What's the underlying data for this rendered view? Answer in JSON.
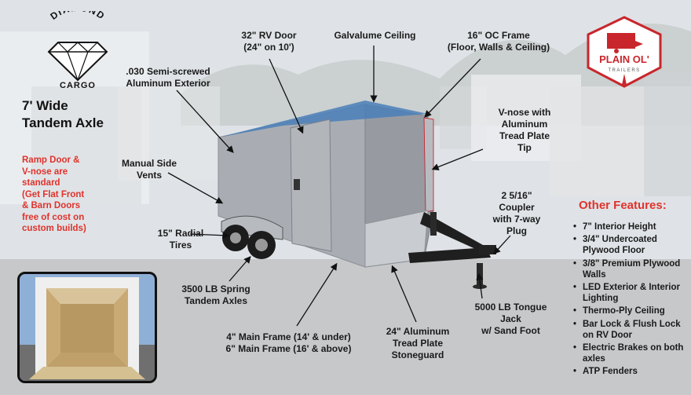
{
  "brand": {
    "name_top": "DIAMOND",
    "name_bottom": "CARGO"
  },
  "heading": {
    "line1": "7' Wide",
    "line2": "Tandem Axle"
  },
  "note": {
    "lines": [
      "Ramp Door &",
      "V-nose are",
      "standard",
      "(Get Flat Front",
      "& Barn Doors",
      "free of cost on",
      "custom builds)"
    ]
  },
  "callouts": {
    "rv_door": [
      "32\" RV Door",
      "(24\" on 10')"
    ],
    "ceiling": [
      "Galvalume Ceiling"
    ],
    "frame_oc": [
      "16\" OC Frame",
      "(Floor, Walls & Ceiling)"
    ],
    "exterior": [
      ".030 Semi-screwed",
      "Aluminum Exterior"
    ],
    "vnose": [
      "V-nose with",
      "Aluminum",
      "Tread Plate",
      "Tip"
    ],
    "vents": [
      "Manual Side",
      "Vents"
    ],
    "coupler": [
      "2 5/16\"",
      "Coupler",
      "with  7-way",
      "Plug"
    ],
    "tires": [
      "15\" Radial",
      "Tires"
    ],
    "axles": [
      "3500 LB Spring",
      "Tandem Axles"
    ],
    "jack": [
      "5000 LB Tongue",
      "Jack",
      "w/ Sand Foot"
    ],
    "main_frame": [
      "4\" Main Frame (14' & under)",
      "6\" Main Frame (16' & above)"
    ],
    "stoneguard": [
      "24\" Aluminum",
      "Tread Plate",
      "Stoneguard"
    ]
  },
  "other_features": {
    "title": "Other Features:",
    "items": [
      "7\" Interior Height",
      "3/4\" Undercoated Plywood Floor",
      "3/8\" Premium Plywood Walls",
      "LED Exterior & Interior Lighting",
      "Thermo-Ply Ceiling",
      "Bar Lock & Flush Lock on RV Door",
      "Electric Brakes on both axles",
      "ATP Fenders"
    ]
  },
  "logo_right": {
    "line1": "PLAIN OL'",
    "line2": "TRAILERS"
  },
  "colors": {
    "accent_red": "#e0322b",
    "trailer_silver": "#a9adb3",
    "logo_red": "#c8262c"
  }
}
